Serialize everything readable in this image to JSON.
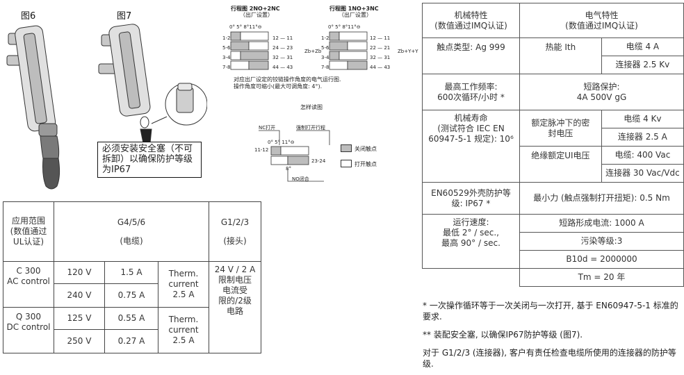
{
  "figures": {
    "fig6_label": "图6",
    "fig7_label": "图7",
    "callout": "必须安装安全塞（不可拆卸）以确保防护等级为IP67"
  },
  "diagram_2no2nc": {
    "title": "行程图 2NO+2NC",
    "subtitle": "（出厂设置）",
    "angles": "0°   5° 8°11°⊖",
    "rows": [
      "1-2",
      "5-6",
      "3-4",
      "7-8"
    ],
    "contacts": [
      "12 — 11",
      "24 — 23",
      "32 — 31",
      "44 — 43"
    ],
    "label": "Zb+Zb"
  },
  "diagram_1no3nc": {
    "title": "行程图 1NO+3NC",
    "subtitle": "（出厂设置）",
    "angles": "0°   5° 8°11°⊖",
    "rows": [
      "1-2",
      "5-6",
      "3-4",
      "7-8"
    ],
    "contacts": [
      "12 — 11",
      "22 — 21",
      "32 — 31",
      "44 — 43"
    ],
    "label": "Zb+Y+Y"
  },
  "diagram_note_1": "对应出厂设定的铰链操作角度的电气运行图.",
  "diagram_note_2": "操作角度可缩小(最大可调角度: 4°).",
  "howto": {
    "title": "怎样读图",
    "nc_open": "NC打开",
    "forced_open": "强制打开行程",
    "angles": "0°    5°    11°⊖",
    "row_left": "11-12",
    "row_right": "23-24",
    "angle_8": "8°",
    "no_close": "NO闭合",
    "legend_closed": "关闭触点",
    "legend_open": "打开触点"
  },
  "ul_table": {
    "col1_header": "应用范围\n(数值通过\nUL认证)",
    "col2_header": "G4/5/6",
    "col2_sub": "(电缆)",
    "col3_header": "G1/2/3",
    "col3_sub": "(接头)",
    "c300": "C 300\nAC control",
    "q300": "Q 300\nDC control",
    "c_rows": [
      [
        "120 V",
        "1.5 A"
      ],
      [
        "240 V",
        "0.75 A"
      ]
    ],
    "q_rows": [
      [
        "125 V",
        "0.55 A"
      ],
      [
        "250 V",
        "0.27 A"
      ]
    ],
    "therm": "Therm.\ncurrent\n2.5 A",
    "g123_value": "24 V / 2 A\n限制电压\n电流受\n限的/2级\n电路"
  },
  "spec_table": {
    "mech_header": "机械特性\n(数值通过IMQ认证)",
    "elec_header": "电气特性\n(数值通过IMQ认证)",
    "contact_type": "触点类型: Ag 999",
    "thermal": "热能 Ith",
    "cable_4a": "电缆 4 A",
    "conn_25kv": "连接器 2.5 Kv",
    "max_freq": "最高工作频率:\n600次循环/小时 *",
    "short_prot": "短路保护:\n4A 500V gG",
    "mech_life": "机械寿命\n(测试符合 IEC EN\n60947-5-1 规定): 10⁶",
    "impulse": "额定脉冲下的密\n封电压",
    "cable_4kv": "电缆 4 Kv",
    "conn_25": "连接器 2.5 A",
    "insul": "绝缘额定UI电压",
    "cable_400": "电缆: 400 Vac",
    "conn_30": "连接器 30 Vac/Vdc",
    "enclosure": "EN60529外壳防护等\n级: IP67 *",
    "min_force": "最小力 (触点强制打开扭矩): 0.5 Nm",
    "speed": "运行速度:\n最低 2° / sec.,\n最高 90° / sec.",
    "short_current": "短路形成电流: 1000 A",
    "pollution": "污染等级:3",
    "b10d": "B10d = 2000000",
    "tm": "Tm = 20 年"
  },
  "notes": {
    "n1": "* 一次操作循环等于一次关闭与一次打开, 基于 EN60947-5-1 标准的要求.",
    "n2": "** 装配安全塞, 以确保IP67防护等级 (图7).",
    "n3": "对于 G1/2/3 (连接器), 客户有责任检查电缆所使用的连接器的防护等级."
  }
}
